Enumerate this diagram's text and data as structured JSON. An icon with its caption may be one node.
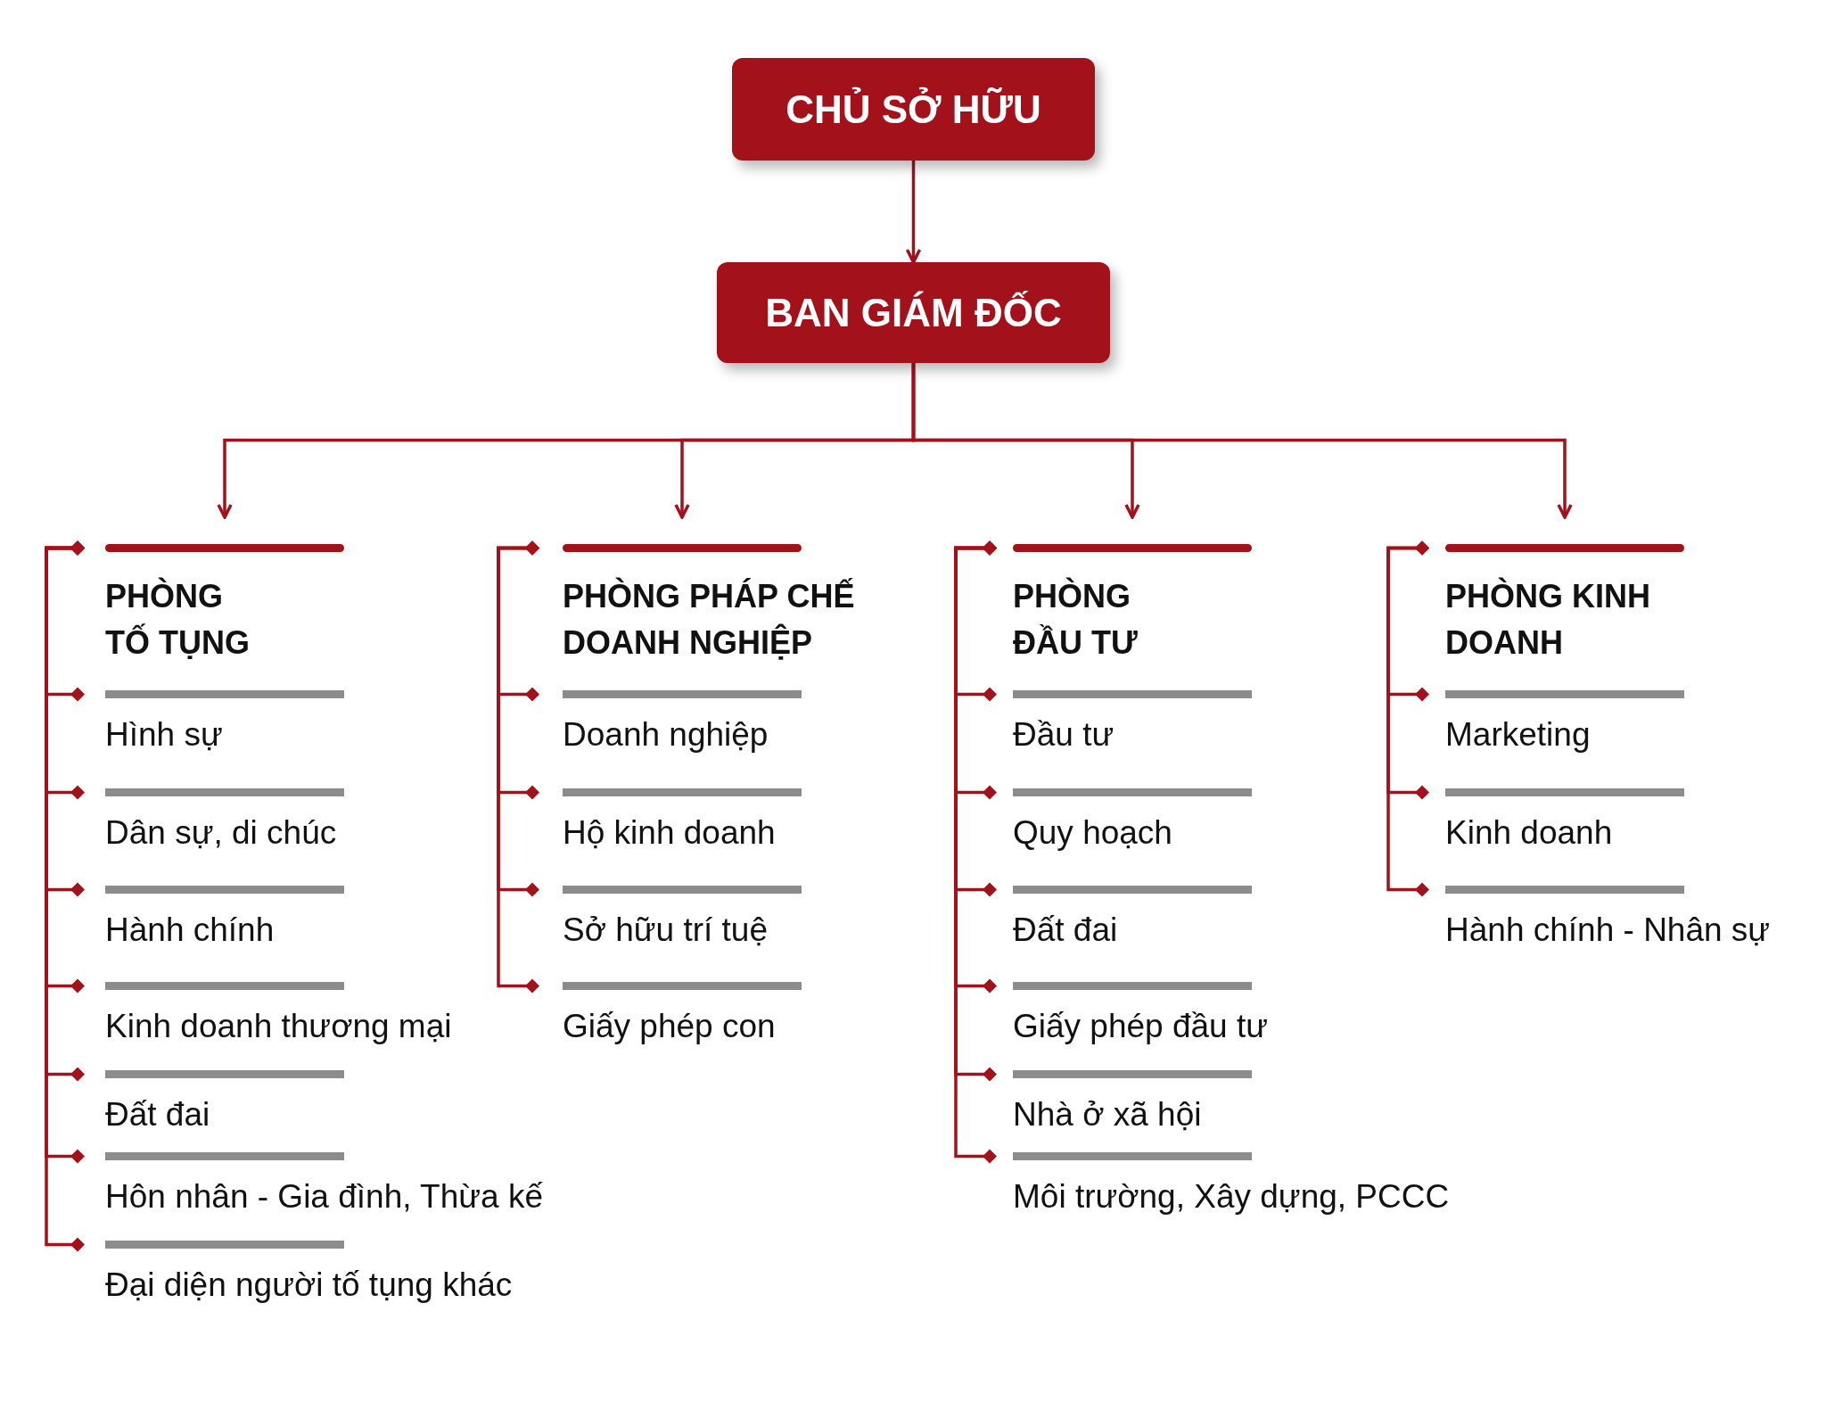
{
  "diagram": {
    "nodes": [
      {
        "text": [
          "CHỦ SỞ HỮU"
        ]
      },
      {
        "text": [
          "BAN GIÁM ĐỐC"
        ]
      },
      {
        "text": [
          "PHÒNG TỐ TỤNG"
        ]
      },
      {
        "text": [
          "Hình sự"
        ]
      },
      {
        "text": [
          "Dân sự, di chúc"
        ]
      },
      {
        "text": [
          "Hành chính"
        ]
      },
      {
        "text": [
          "Kinh doanh thương mại"
        ]
      },
      {
        "text": [
          "Đất đai"
        ]
      },
      {
        "text": [
          "Hôn nhân - Gia đình, Thừa kế"
        ]
      },
      {
        "text": [
          "Đại diện người tố tụng khác"
        ]
      },
      {
        "text": [
          "PHÒNG PHÁP CHẾ DOANH NGHIỆP"
        ]
      },
      {
        "text": [
          "Doanh nghiệp"
        ]
      },
      {
        "text": [
          "Hộ kinh doanh"
        ]
      },
      {
        "text": [
          "Sở hữu trí tuệ"
        ]
      },
      {
        "text": [
          "Giấy phép con"
        ]
      },
      {
        "text": [
          "PHÒNG ĐẦU TƯ"
        ]
      },
      {
        "text": [
          "Đầu tư"
        ]
      },
      {
        "text": [
          "Quy hoạch"
        ]
      },
      {
        "text": [
          "Đất đai"
        ]
      },
      {
        "text": [
          "Giấy phép đầu tư"
        ]
      },
      {
        "text": [
          "Nhà ở xã hội"
        ]
      },
      {
        "text": [
          "Môi trường, Xây dựng, PCCC"
        ]
      },
      {
        "text": [
          "PHÒNG KINH DOANH"
        ]
      },
      {
        "text": [
          "Marketing"
        ]
      },
      {
        "text": [
          "Kinh doanh"
        ]
      },
      {
        "text": [
          "Hành chính - Nhân sự"
        ]
      }
    ],
    "edges": [
      {
        "from": 0,
        "to": 1,
        "arrow": "to"
      },
      {
        "from": 1,
        "to": 2,
        "arrow": "to"
      },
      {
        "from": 1,
        "to": 10,
        "arrow": "to"
      },
      {
        "from": 1,
        "to": 15,
        "arrow": "to"
      },
      {
        "from": 1,
        "to": 22,
        "arrow": "to"
      },
      {
        "from": 2,
        "to": 3,
        "arrow": "other"
      },
      {
        "from": 2,
        "to": 4,
        "arrow": "other"
      },
      {
        "from": 2,
        "to": 5,
        "arrow": "other"
      },
      {
        "from": 2,
        "to": 6,
        "arrow": "other"
      },
      {
        "from": 2,
        "to": 7,
        "arrow": "other"
      },
      {
        "from": 2,
        "to": 8,
        "arrow": "other"
      },
      {
        "from": 2,
        "to": 9,
        "arrow": "other"
      },
      {
        "from": 10,
        "to": 11,
        "arrow": "other"
      },
      {
        "from": 10,
        "to": 12,
        "arrow": "other"
      },
      {
        "from": 10,
        "to": 13,
        "arrow": "other"
      },
      {
        "from": 10,
        "to": 14,
        "arrow": "other"
      },
      {
        "from": 15,
        "to": 16,
        "arrow": "other"
      },
      {
        "from": 15,
        "to": 17,
        "arrow": "other"
      },
      {
        "from": 15,
        "to": 18,
        "arrow": "other"
      },
      {
        "from": 15,
        "to": 19,
        "arrow": "other"
      },
      {
        "from": 15,
        "to": 20,
        "arrow": "other"
      },
      {
        "from": 15,
        "to": 21,
        "arrow": "other"
      },
      {
        "from": 22,
        "to": 23,
        "arrow": "other"
      },
      {
        "from": 22,
        "to": 24,
        "arrow": "other"
      },
      {
        "from": 22,
        "to": 25,
        "arrow": "other"
      }
    ]
  }
}
